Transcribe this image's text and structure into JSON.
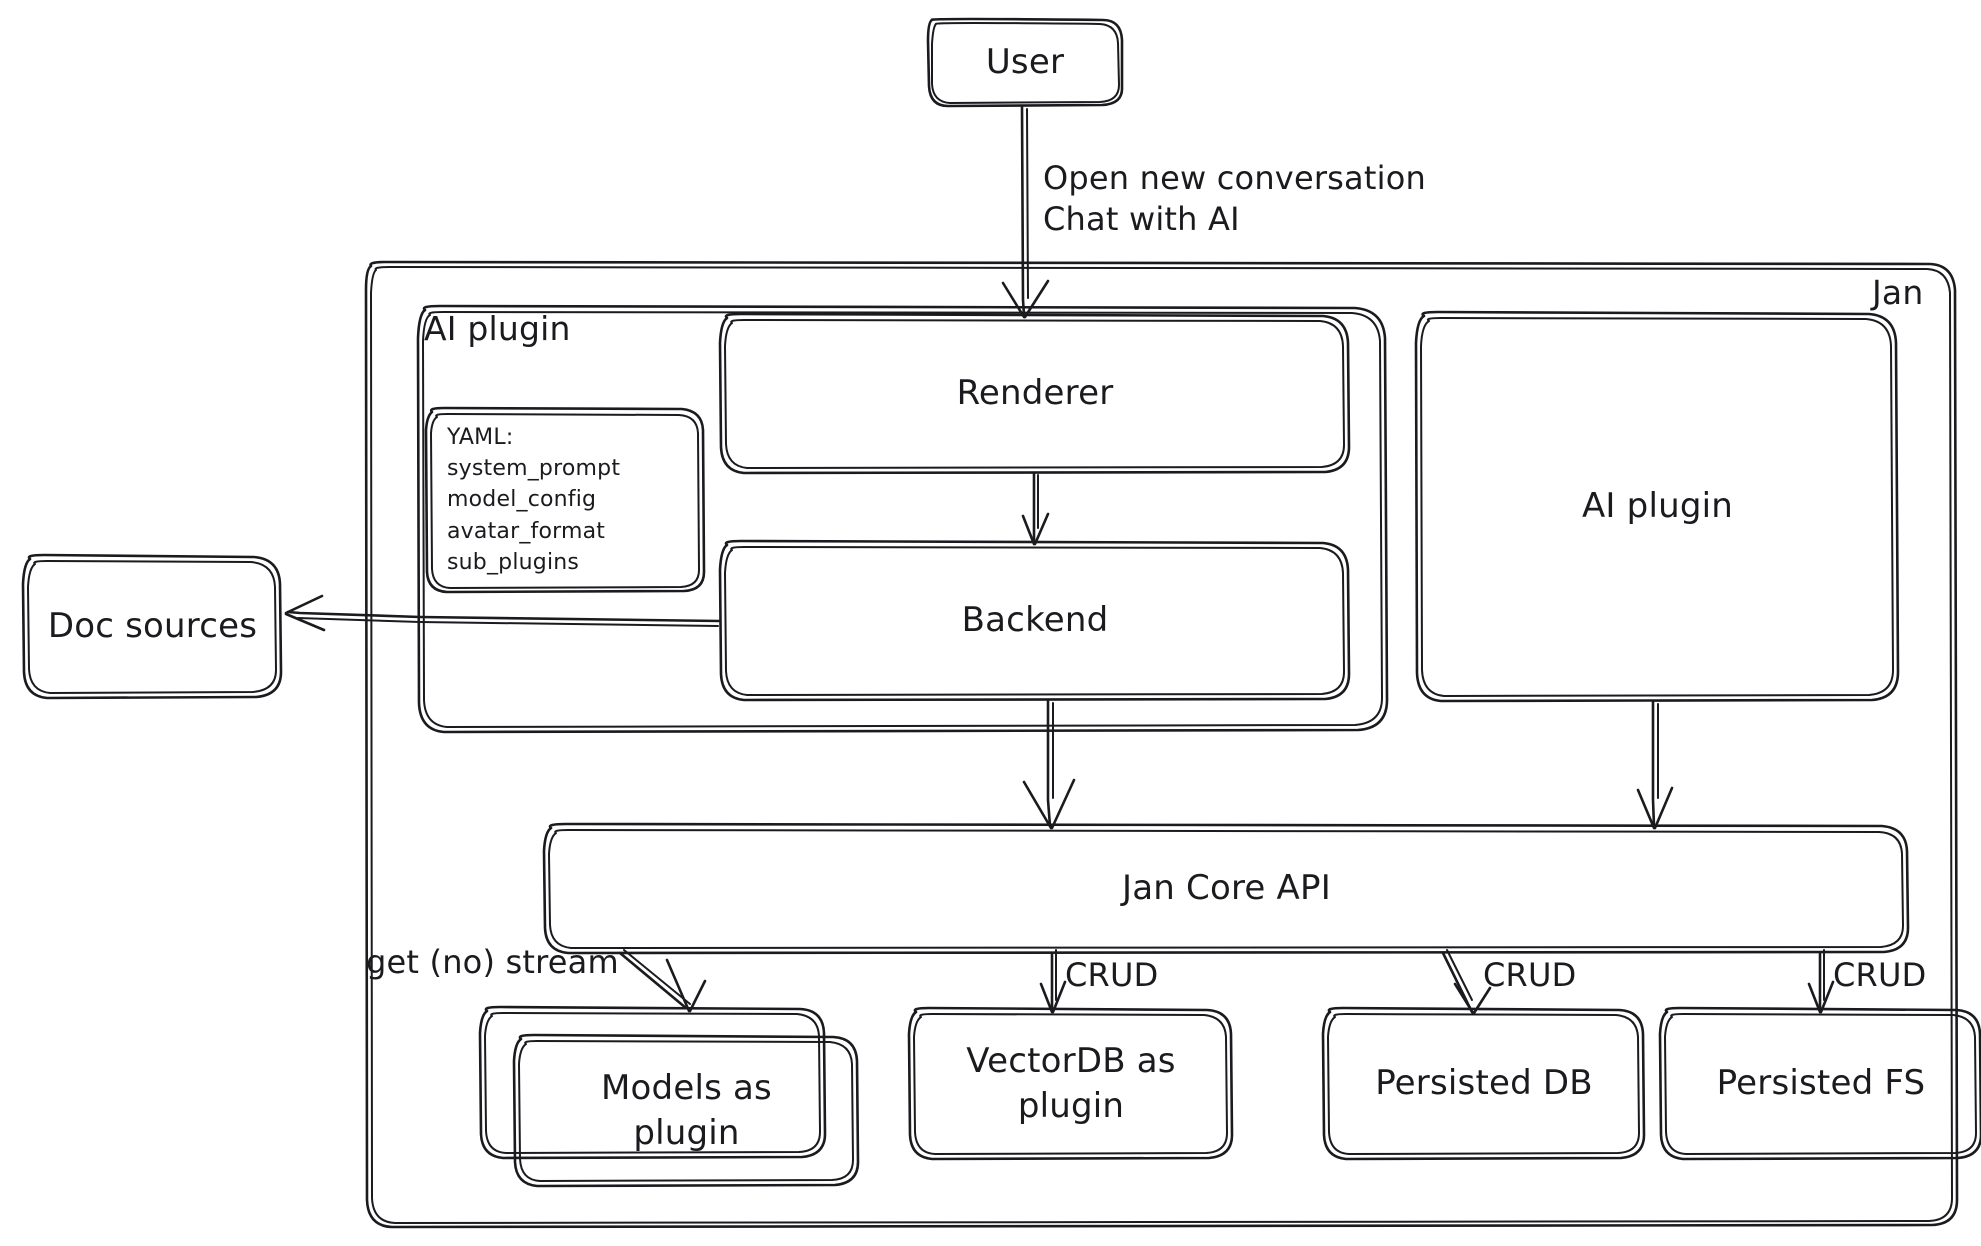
{
  "diagram": {
    "title": "Jan architecture diagram",
    "style": "hand-drawn sketch",
    "stroke_color": "#1b1b1f",
    "background_color": "#ffffff"
  },
  "nodes": {
    "user": {
      "label": "User"
    },
    "jan_container": {
      "label": "Jan"
    },
    "ai_plugin_group": {
      "label": "AI plugin"
    },
    "yaml_note": {
      "title": "YAML:",
      "items": [
        "system_prompt",
        "model_config",
        "avatar_format",
        "sub_plugins"
      ],
      "text": "YAML:\nsystem_prompt\nmodel_config\navatar_format\nsub_plugins"
    },
    "renderer": {
      "label": "Renderer"
    },
    "backend": {
      "label": "Backend"
    },
    "ai_plugin_box": {
      "label": "AI plugin"
    },
    "doc_sources": {
      "label": "Doc sources"
    },
    "jan_core_api": {
      "label": "Jan Core API"
    },
    "models_as_plugin": {
      "label": "Models as\nplugin",
      "line1": "Models as",
      "line2": "plugin"
    },
    "vectordb_as_plugin": {
      "label": "VectorDB as\nplugin",
      "line1": "VectorDB as",
      "line2": "plugin"
    },
    "persisted_db": {
      "label": "Persisted DB"
    },
    "persisted_fs": {
      "label": "Persisted FS"
    }
  },
  "edges": {
    "user_to_renderer": {
      "label": "Open new conversation\nChat with AI",
      "line1": "Open new conversation",
      "line2": "Chat with AI"
    },
    "renderer_to_backend": {
      "label": ""
    },
    "backend_to_doc_sources": {
      "label": ""
    },
    "backend_to_core": {
      "label": ""
    },
    "ai_plugin_to_core": {
      "label": ""
    },
    "core_to_models": {
      "label": "get (no) stream"
    },
    "core_to_vectordb": {
      "label": "CRUD"
    },
    "core_to_persisted_db": {
      "label": "CRUD"
    },
    "core_to_persisted_fs": {
      "label": "CRUD"
    }
  }
}
